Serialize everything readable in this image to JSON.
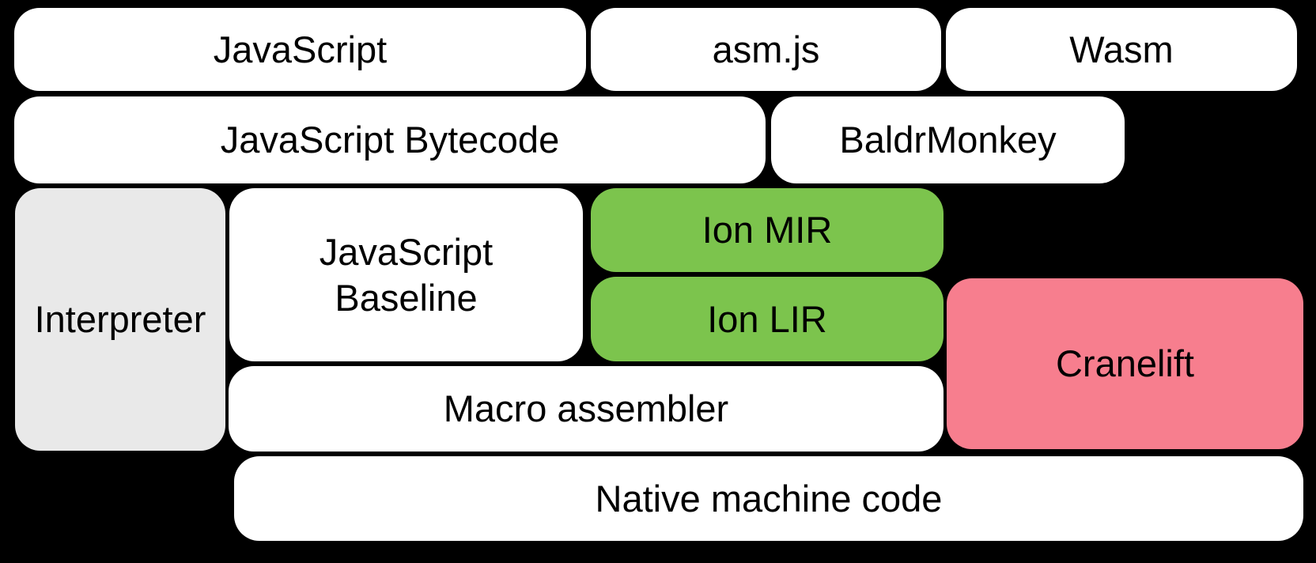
{
  "diagram": {
    "background_color": "#000000",
    "text_color": "#000000",
    "colors": {
      "default_box": "#FFFFFF",
      "interpreter_gray": "#E9E9E9",
      "ion_green": "#7CC44D",
      "cranelift_pink": "#F77E8E"
    },
    "boxes": [
      {
        "id": "javascript",
        "label": "JavaScript",
        "color": "#FFFFFF"
      },
      {
        "id": "asmjs",
        "label": "asm.js",
        "color": "#FFFFFF"
      },
      {
        "id": "wasm",
        "label": "Wasm",
        "color": "#FFFFFF"
      },
      {
        "id": "javascript-bytecode",
        "label": "JavaScript Bytecode",
        "color": "#FFFFFF"
      },
      {
        "id": "baldrmonkey",
        "label": "BaldrMonkey",
        "color": "#FFFFFF"
      },
      {
        "id": "interpreter",
        "label": "Interpreter",
        "color": "#E9E9E9"
      },
      {
        "id": "javascript-baseline",
        "label": "JavaScript Baseline",
        "color": "#FFFFFF"
      },
      {
        "id": "ion-mir",
        "label": "Ion MIR",
        "color": "#7CC44D"
      },
      {
        "id": "ion-lir",
        "label": "Ion LIR",
        "color": "#7CC44D"
      },
      {
        "id": "cranelift",
        "label": "Cranelift",
        "color": "#F77E8E"
      },
      {
        "id": "macro-assembler",
        "label": "Macro assembler",
        "color": "#FFFFFF"
      },
      {
        "id": "native-machine-code",
        "label": "Native machine code",
        "color": "#FFFFFF"
      }
    ]
  }
}
